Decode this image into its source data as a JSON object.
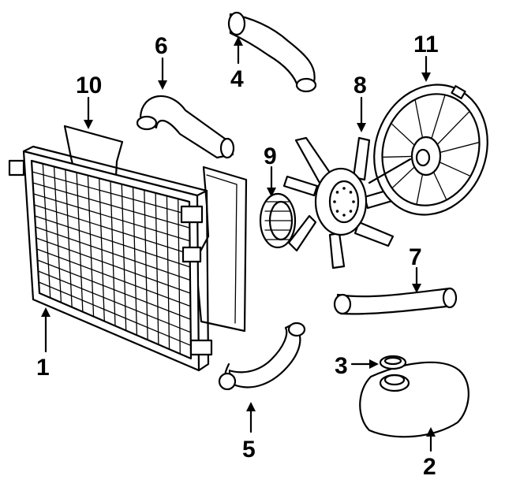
{
  "callouts": {
    "c1": "1",
    "c2": "2",
    "c3": "3",
    "c4": "4",
    "c5": "5",
    "c6": "6",
    "c7": "7",
    "c8": "8",
    "c9": "9",
    "c10": "10",
    "c11": "11"
  },
  "colors": {
    "ink": "#000000",
    "paper": "#ffffff"
  }
}
